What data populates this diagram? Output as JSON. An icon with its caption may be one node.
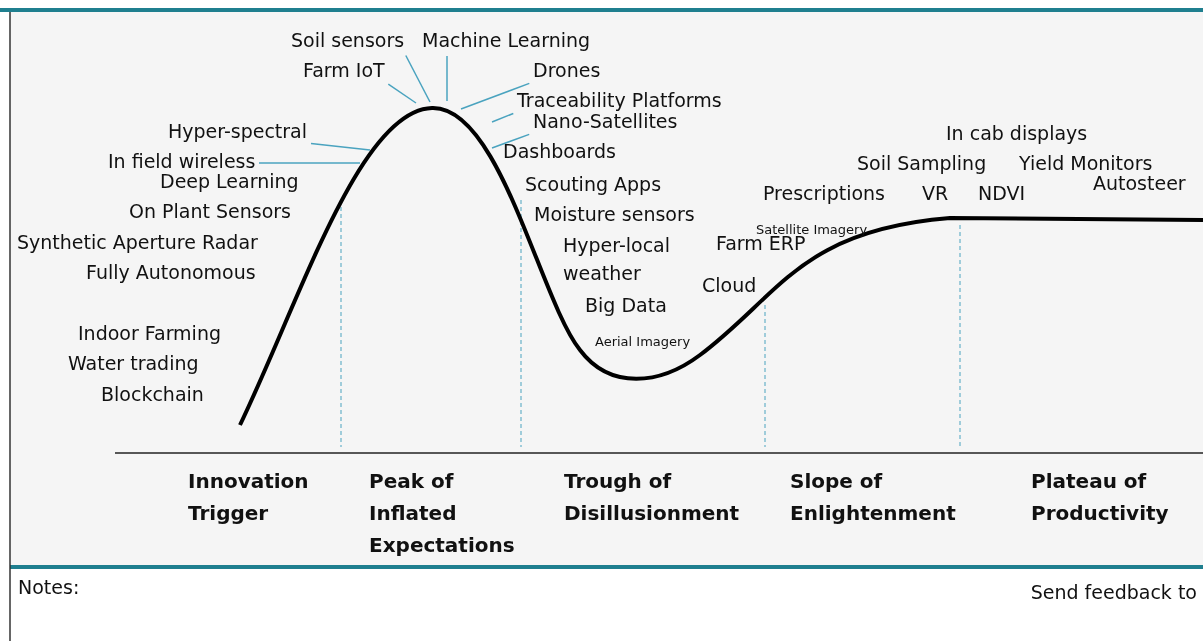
{
  "diagram": {
    "nodes": [
      {
        "text": [
          "Soil sensors"
        ]
      },
      {
        "text": [
          "Machine Learning"
        ]
      },
      {
        "text": [
          "Farm IoT"
        ]
      },
      {
        "text": [
          "Drones"
        ]
      },
      {
        "text": [
          "Traceability Platforms"
        ]
      },
      {
        "text": [
          "Nano-Satellites"
        ]
      },
      {
        "text": [
          "Hyper-spectral"
        ]
      },
      {
        "text": [
          "In field wireless"
        ]
      }
    ],
    "edges": [
      {
        "from": 0,
        "to": null,
        "arrow": "none"
      },
      {
        "from": 1,
        "to": null,
        "arrow": "none"
      },
      {
        "from": 2,
        "to": null,
        "arrow": "none"
      },
      {
        "from": 3,
        "to": null,
        "arrow": "none"
      },
      {
        "from": 4,
        "to": null,
        "arrow": "none"
      },
      {
        "from": 5,
        "to": null,
        "arrow": "none"
      },
      {
        "from": 6,
        "to": null,
        "arrow": "none"
      },
      {
        "from": 7,
        "to": null,
        "arrow": "none"
      }
    ],
    "labels": [
      "In cab displays",
      "Dashboards",
      "Soil Sampling",
      "Yield Monitors",
      "Deep Learning",
      "Scouting Apps",
      "Autosteer",
      "Prescriptions",
      "VR",
      "NDVI",
      "On Plant Sensors",
      "Moisture sensors",
      "Satellite Imagery",
      "Synthetic Aperture Radar",
      "Hyper-local weather",
      "Farm ERP",
      "Fully Autonomous",
      "Cloud",
      "Big Data",
      "Aerial Imagery",
      "Indoor Farming",
      "Water trading",
      "Blockchain",
      "Innovation Trigger",
      "Peak of Inflated Expectations",
      "Trough of Disillusionment",
      "Slope of Enlightenment",
      "Plateau of Productivity",
      "Notes:",
      "Send feedback to"
    ]
  }
}
